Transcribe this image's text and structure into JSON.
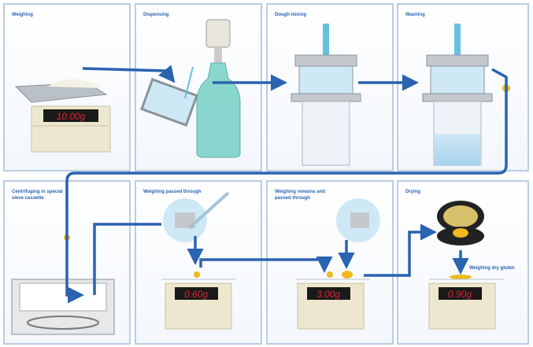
{
  "steps": [
    {
      "label": "Weighing"
    },
    {
      "label": "Dispensing"
    },
    {
      "label": "Dough mixing"
    },
    {
      "label": "Washing"
    },
    {
      "label_line1": "Centrifuging in special",
      "label_line2": "sieve cassette"
    },
    {
      "label": "Weighing passed through"
    },
    {
      "label_line1": "Weighing remains and",
      "label_line2": "passed through"
    },
    {
      "label": "Drying"
    }
  ],
  "scales": {
    "weighing": "10.00g",
    "passed_through": "0.60g",
    "remains": "3.00g",
    "dry_gluten": "0.90g"
  },
  "notes": {
    "dry_gluten": "Weighing dry gluten"
  },
  "colors": {
    "flow_arrow": "#2a63b0",
    "panel_border": "#b8cde6",
    "display_text": "#e0262b",
    "gluten": "#f0b81c"
  }
}
